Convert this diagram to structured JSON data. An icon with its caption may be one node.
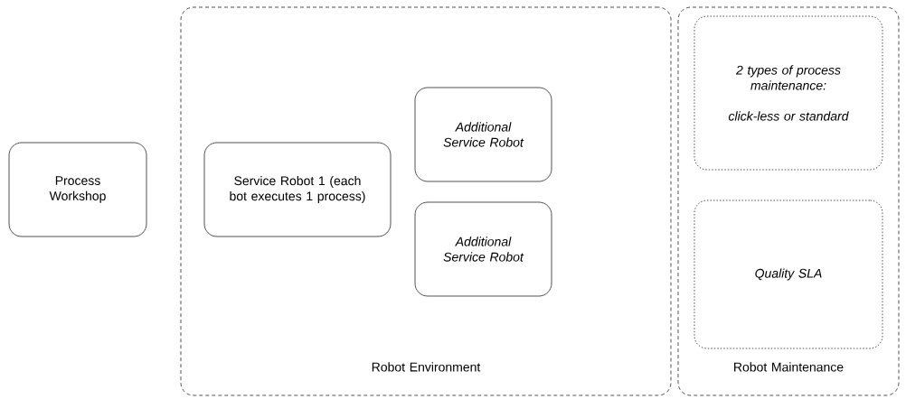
{
  "diagram": {
    "nodes": [
      {
        "text": [
          "Process Workshop"
        ]
      },
      {
        "text": [
          "Robot Environment"
        ]
      },
      {
        "text": [
          "Service Robot 1 (each bot executes 1 process)"
        ],
        "in": 1
      },
      {
        "text": [
          "Additional Service Robot"
        ],
        "in": 1
      },
      {
        "text": [
          "Additional Service Robot"
        ],
        "in": 1
      },
      {
        "text": [
          "Robot Maintenance"
        ]
      },
      {
        "text": [
          "2 types of process maintenance:",
          "click-less or standard"
        ],
        "in": 5
      },
      {
        "text": [
          "Quality SLA"
        ],
        "in": 5
      }
    ]
  }
}
